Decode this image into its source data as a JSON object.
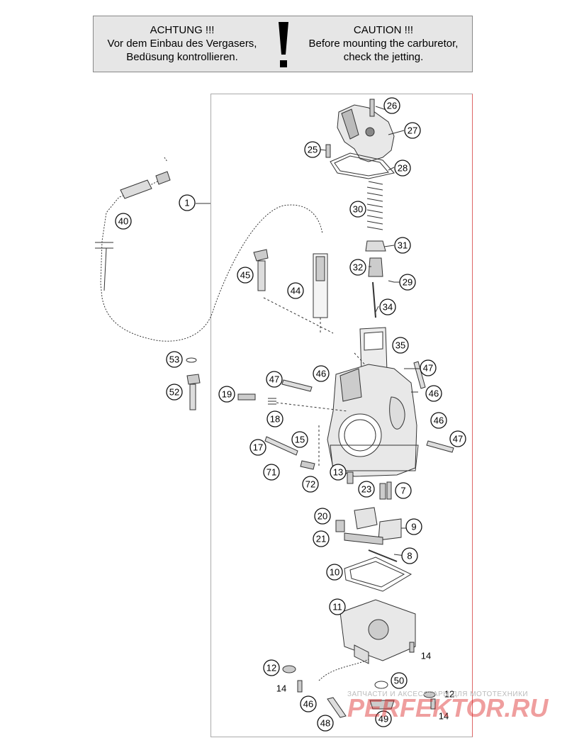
{
  "warning": {
    "de_title": "ACHTUNG !!!",
    "de_line1": "Vor dem Einbau des Vergasers,",
    "de_line2": "Bedüsung kontrollieren.",
    "en_title": "CAUTION !!!",
    "en_line1": "Before mounting the carburetor,",
    "en_line2": "check the jetting."
  },
  "callouts": [
    {
      "id": "1",
      "label": "1"
    },
    {
      "id": "26",
      "label": "26"
    },
    {
      "id": "27",
      "label": "27"
    },
    {
      "id": "25",
      "label": "25"
    },
    {
      "id": "28",
      "label": "28"
    },
    {
      "id": "30",
      "label": "30"
    },
    {
      "id": "31",
      "label": "31"
    },
    {
      "id": "32",
      "label": "32"
    },
    {
      "id": "29",
      "label": "29"
    },
    {
      "id": "34",
      "label": "34"
    },
    {
      "id": "40",
      "label": "40"
    },
    {
      "id": "45",
      "label": "45"
    },
    {
      "id": "44",
      "label": "44"
    },
    {
      "id": "35",
      "label": "35"
    },
    {
      "id": "53",
      "label": "53"
    },
    {
      "id": "52",
      "label": "52"
    },
    {
      "id": "47a",
      "label": "47"
    },
    {
      "id": "46a",
      "label": "46"
    },
    {
      "id": "47b",
      "label": "47"
    },
    {
      "id": "19",
      "label": "19"
    },
    {
      "id": "46b",
      "label": "46"
    },
    {
      "id": "18",
      "label": "18"
    },
    {
      "id": "46c",
      "label": "46"
    },
    {
      "id": "47c",
      "label": "47"
    },
    {
      "id": "17",
      "label": "17"
    },
    {
      "id": "15",
      "label": "15"
    },
    {
      "id": "71",
      "label": "71"
    },
    {
      "id": "13",
      "label": "13"
    },
    {
      "id": "72",
      "label": "72"
    },
    {
      "id": "23",
      "label": "23"
    },
    {
      "id": "7",
      "label": "7"
    },
    {
      "id": "20",
      "label": "20"
    },
    {
      "id": "9",
      "label": "9"
    },
    {
      "id": "21",
      "label": "21"
    },
    {
      "id": "8",
      "label": "8"
    },
    {
      "id": "10",
      "label": "10"
    },
    {
      "id": "11",
      "label": "11"
    },
    {
      "id": "12a",
      "label": "12"
    },
    {
      "id": "50",
      "label": "50"
    },
    {
      "id": "46d",
      "label": "46"
    },
    {
      "id": "48",
      "label": "48"
    },
    {
      "id": "49",
      "label": "49"
    }
  ],
  "plain_labels": [
    {
      "id": "14a",
      "label": "14"
    },
    {
      "id": "14b",
      "label": "14"
    },
    {
      "id": "12b",
      "label": "12"
    },
    {
      "id": "14c",
      "label": "14"
    }
  ],
  "watermark": {
    "small": "ЗАПЧАСТИ И АКСЕССУАРЫ ДЛЯ МОТОТЕХНИКИ",
    "big": "PERFEKTOR.RU"
  }
}
